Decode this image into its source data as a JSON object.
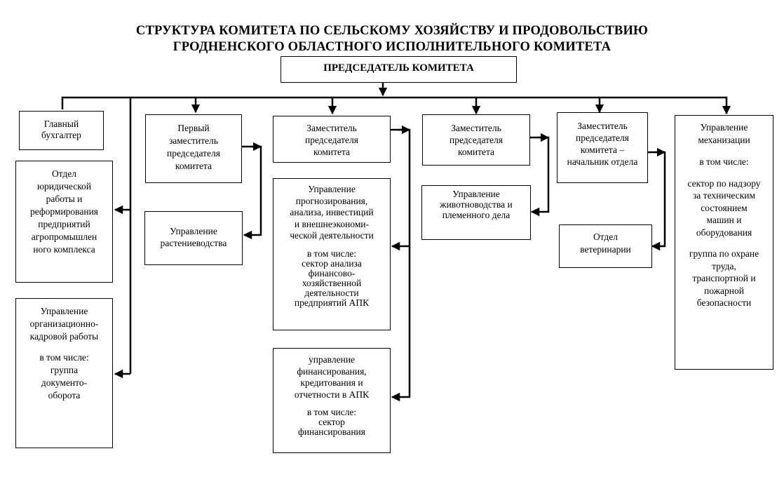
{
  "title": {
    "line1": "СТРУКТУРА КОМИТЕТА ПО СЕЛЬСКОМУ ХОЗЯЙСТВУ И ПРОДОВОЛЬСТВИЮ",
    "line2": "ГРОДНЕНСКОГО ОБЛАСТНОГО ИСПОЛНИТЕЛЬНОГО КОМИТЕТА"
  },
  "chairman": "ПРЕДСЕДАТЕЛЬ  КОМИТЕТА",
  "chief_accountant": [
    "Главный",
    "бухгалтер"
  ],
  "legal_dept": [
    "Отдел",
    "юридической",
    "работы  и",
    "реформирования",
    "предприятий",
    "агропромышлен",
    "ного комплекса"
  ],
  "hr_dept": {
    "lines": [
      "Управление",
      "организационно-",
      "кадровой работы"
    ],
    "sub": [
      "в том числе:",
      "группа",
      "документо-",
      "оборота"
    ]
  },
  "first_deputy": [
    "Первый",
    "заместитель",
    "председателя",
    "комитета"
  ],
  "crop_dept": [
    "Управление",
    "растениеводства"
  ],
  "deputy_2": [
    "Заместитель",
    "председателя",
    "комитета"
  ],
  "forecast_dept": {
    "lines": [
      "Управление",
      "прогнозирования,",
      "анализа, инвестиций",
      "и внешнеэкономи-",
      "ческой деятельности"
    ],
    "sub": [
      "в том числе:",
      "сектор анализа",
      "финансово-",
      "хозяйственной",
      "деятельности",
      "предприятий АПК"
    ]
  },
  "finance_dept": {
    "lines": [
      "управление",
      "финансирования,",
      "кредитования и",
      "отчетности в АПК"
    ],
    "sub": [
      "в том числе:",
      "сектор",
      "финансирования"
    ]
  },
  "deputy_3": [
    "Заместитель",
    "председателя",
    "комитета"
  ],
  "livestock_dept": [
    "Управление",
    "животноводства и",
    "племенного дела"
  ],
  "deputy_4": [
    "Заместитель",
    "председателя",
    "комитета –",
    "начальник отдела"
  ],
  "vet_dept": [
    "Отдел",
    "ветеринарии"
  ],
  "mech_dept": {
    "lines": [
      "Управление",
      "механизации"
    ],
    "sub1": [
      "в том числе:"
    ],
    "sub2": [
      "сектор по надзору",
      "за техническим",
      "состоянием",
      "машин и",
      "оборудования"
    ],
    "sub3": [
      "группа по охране",
      "труда,",
      "транспортной и",
      "пожарной",
      "безопасности"
    ]
  }
}
